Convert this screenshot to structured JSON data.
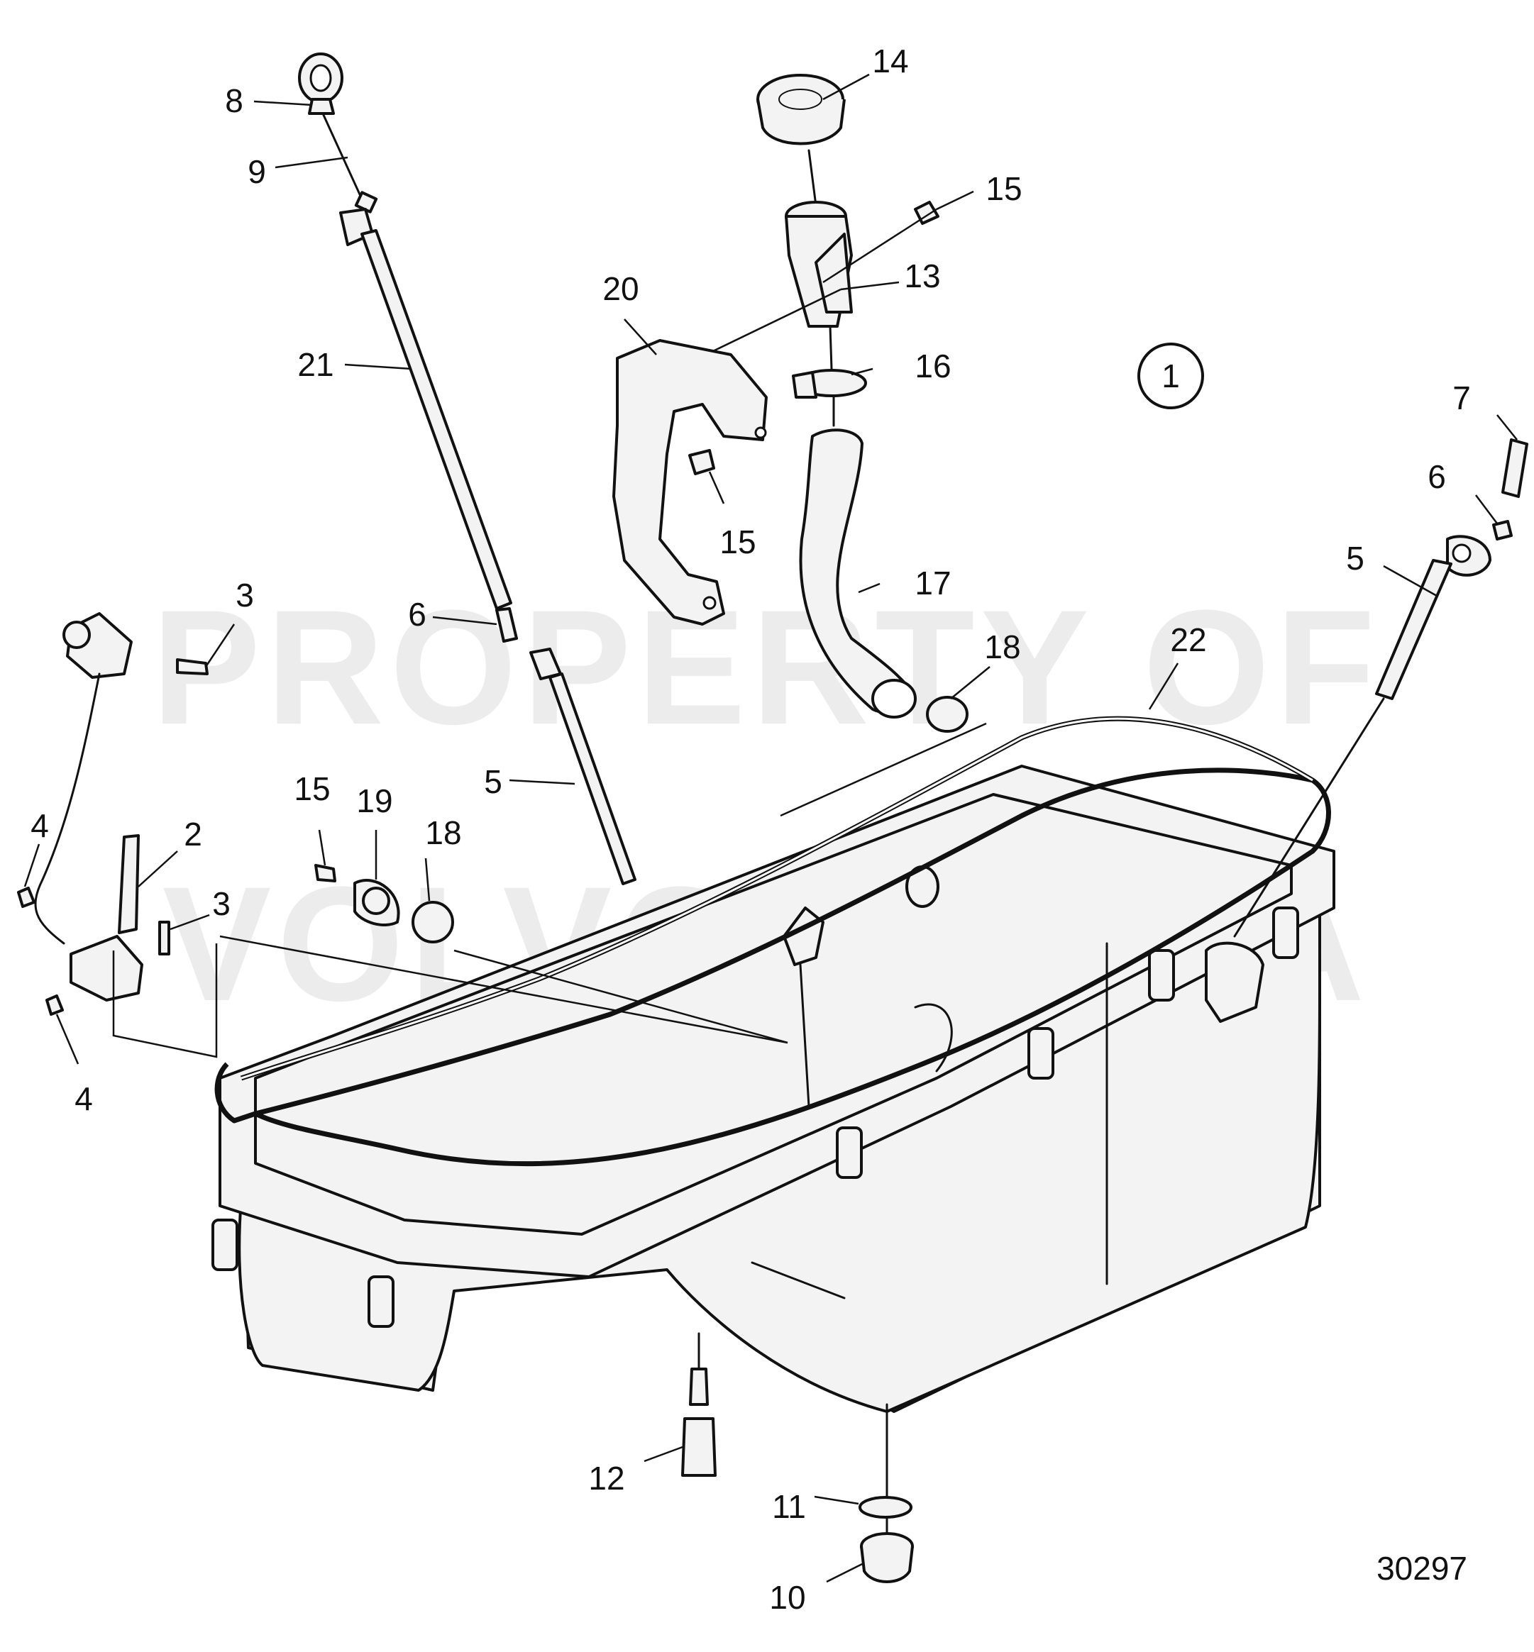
{
  "watermark": {
    "line1": "PROPERTY OF",
    "line2": "VOLVO PENTA"
  },
  "figure_number": "30297",
  "group_marker": "1",
  "callouts": [
    {
      "id": "c8",
      "text": "8"
    },
    {
      "id": "c9",
      "text": "9"
    },
    {
      "id": "c21",
      "text": "21"
    },
    {
      "id": "c14",
      "text": "14"
    },
    {
      "id": "c15a",
      "text": "15"
    },
    {
      "id": "c13",
      "text": "13"
    },
    {
      "id": "c20",
      "text": "20"
    },
    {
      "id": "c16",
      "text": "16"
    },
    {
      "id": "c15b",
      "text": "15"
    },
    {
      "id": "c17",
      "text": "17"
    },
    {
      "id": "c7",
      "text": "7"
    },
    {
      "id": "c6a",
      "text": "6"
    },
    {
      "id": "c5a",
      "text": "5"
    },
    {
      "id": "c3a",
      "text": "3"
    },
    {
      "id": "c6b",
      "text": "6"
    },
    {
      "id": "c18a",
      "text": "18"
    },
    {
      "id": "c22",
      "text": "22"
    },
    {
      "id": "c5b",
      "text": "5"
    },
    {
      "id": "c15c",
      "text": "15"
    },
    {
      "id": "c19",
      "text": "19"
    },
    {
      "id": "c18b",
      "text": "18"
    },
    {
      "id": "c4a",
      "text": "4"
    },
    {
      "id": "c2",
      "text": "2"
    },
    {
      "id": "c3b",
      "text": "3"
    },
    {
      "id": "c4b",
      "text": "4"
    },
    {
      "id": "c12",
      "text": "12"
    },
    {
      "id": "c11",
      "text": "11"
    },
    {
      "id": "c10",
      "text": "10"
    }
  ]
}
